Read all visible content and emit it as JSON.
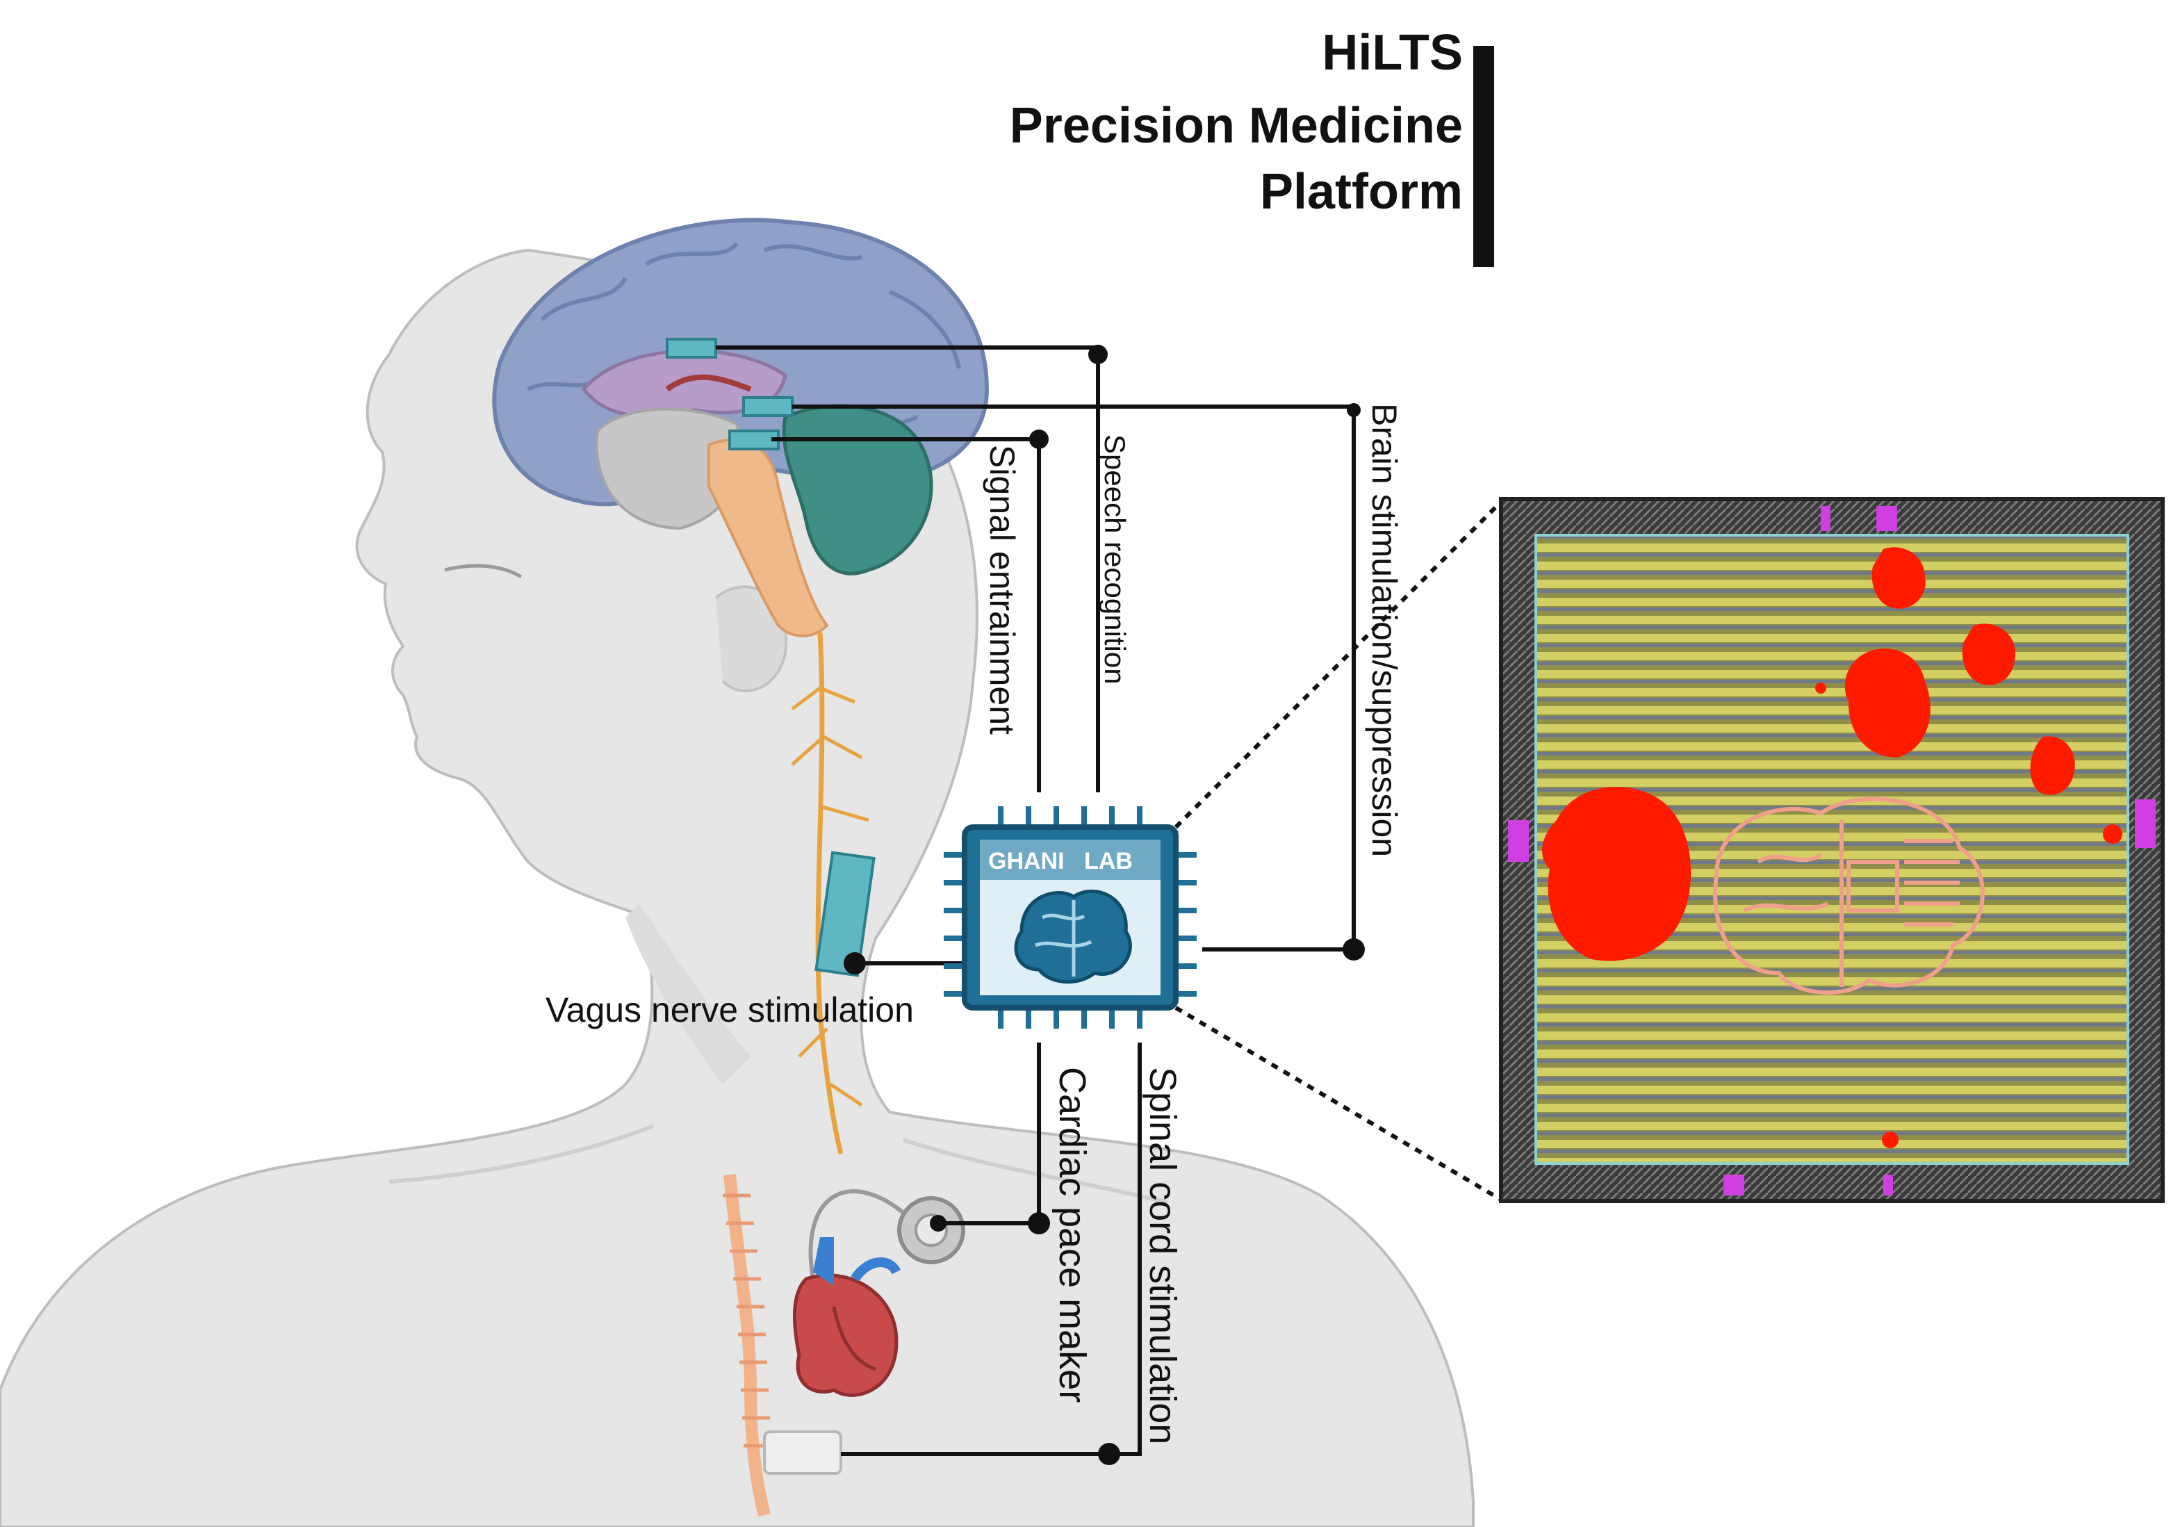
{
  "header": {
    "line1": "HiLTS",
    "line2": "Precision Medicine",
    "line3": "Platform"
  },
  "chip": {
    "label_left": "GHANI",
    "label_right": "LAB"
  },
  "connections": {
    "signal_entrainment": "Signal entrainment",
    "speech_recognition": "Speech recognition",
    "brain_stimulation": "Brain stimulation/suppression",
    "vagus_nerve": "Vagus nerve  stimulation",
    "cardiac_pacemaker": "Cardiac pace maker",
    "spinal_cord": "Spinal cord stimulation"
  },
  "colors": {
    "cerebrum": "#8fa1c8",
    "cerebellum": "#3f8f86",
    "brainstem": "#f0b98a",
    "nerve": "#e8a340",
    "chip_blue": "#1f6f96",
    "layout_stripe": "#c9c55a",
    "layout_hotspot": "#ff1a00"
  },
  "icons": [
    "human-head-silhouette",
    "brain-anatomy",
    "heart-icon",
    "pacemaker-icon",
    "microchip-icon",
    "chip-layout-die"
  ]
}
